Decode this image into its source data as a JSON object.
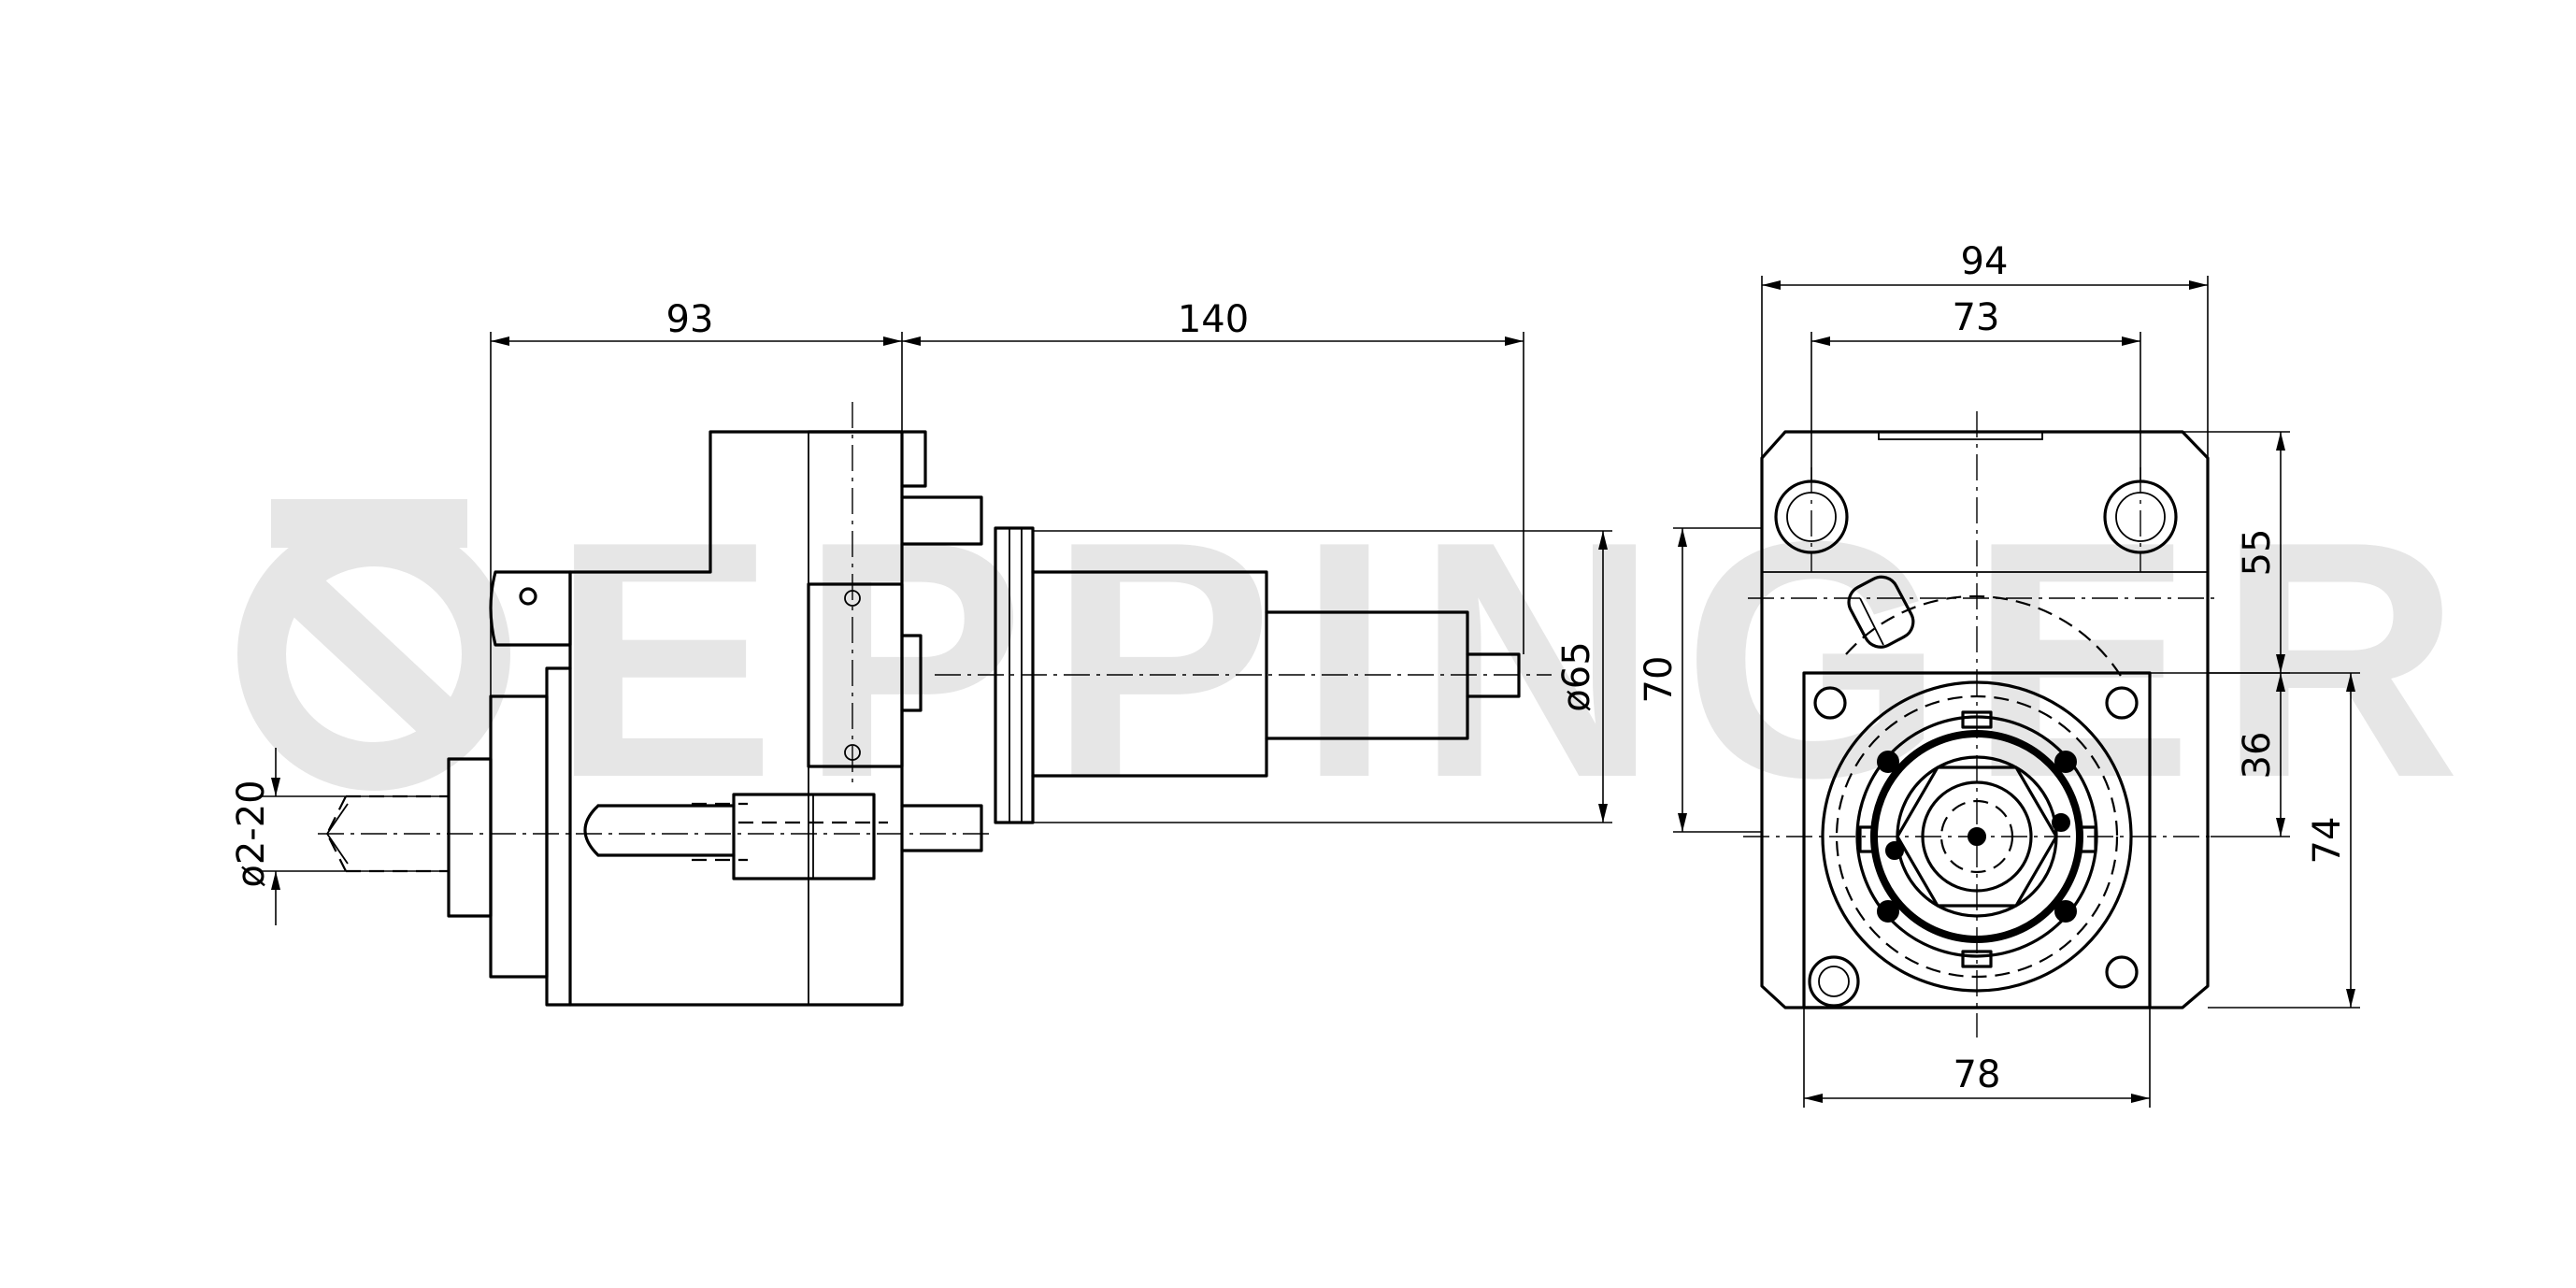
{
  "watermark": {
    "text": "EPPINGER"
  },
  "side_view": {
    "dimensions": {
      "length_93": "93",
      "length_140": "140",
      "diameter_65": "ø65",
      "diameter_range": "ø2-20"
    }
  },
  "front_view": {
    "dimensions": {
      "width_94": "94",
      "width_73": "73",
      "width_78": "78",
      "height_55": "55",
      "height_36": "36",
      "height_70": "70",
      "height_74": "74"
    }
  }
}
